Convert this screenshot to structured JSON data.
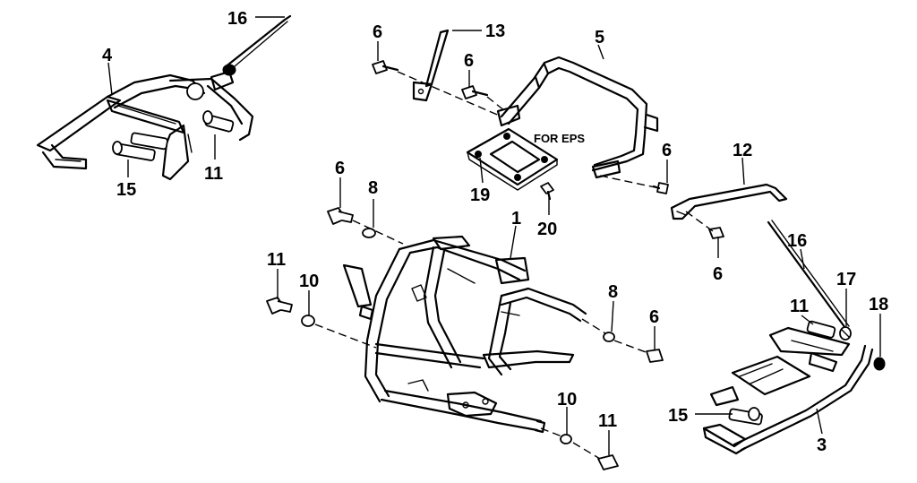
{
  "diagram": {
    "note": "FOR EPS",
    "callouts": [
      {
        "id": "c16a",
        "text": "16"
      },
      {
        "id": "c4",
        "text": "4"
      },
      {
        "id": "c11a",
        "text": "11"
      },
      {
        "id": "c15a",
        "text": "15"
      },
      {
        "id": "c6a",
        "text": "6"
      },
      {
        "id": "c13",
        "text": "13"
      },
      {
        "id": "c6b",
        "text": "6"
      },
      {
        "id": "c5",
        "text": "5"
      },
      {
        "id": "c19",
        "text": "19"
      },
      {
        "id": "c20",
        "text": "20"
      },
      {
        "id": "c6c",
        "text": "6"
      },
      {
        "id": "c12",
        "text": "12"
      },
      {
        "id": "c6d",
        "text": "6"
      },
      {
        "id": "c8a",
        "text": "8"
      },
      {
        "id": "c1",
        "text": "1"
      },
      {
        "id": "c6e",
        "text": "6"
      },
      {
        "id": "c11b",
        "text": "11"
      },
      {
        "id": "c10a",
        "text": "10"
      },
      {
        "id": "c8b",
        "text": "8"
      },
      {
        "id": "c6f",
        "text": "6"
      },
      {
        "id": "c10b",
        "text": "10"
      },
      {
        "id": "c11c",
        "text": "11"
      },
      {
        "id": "c16b",
        "text": "16"
      },
      {
        "id": "c11d",
        "text": "11"
      },
      {
        "id": "c17",
        "text": "17"
      },
      {
        "id": "c18",
        "text": "18"
      },
      {
        "id": "c15b",
        "text": "15"
      },
      {
        "id": "c3",
        "text": "3"
      }
    ]
  }
}
